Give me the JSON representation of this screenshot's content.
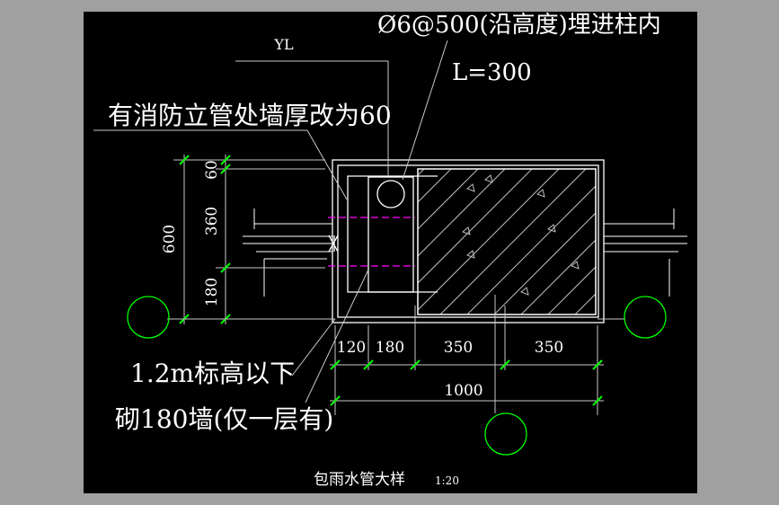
{
  "labels": {
    "yl": "YL",
    "rebar_spec": "Ø6@500(沿高度)埋进柱内",
    "rebar_length": "L=300",
    "wall_note": "有消防立管处墙厚改为60",
    "below_elev": "1.2m标高以下",
    "brick_wall": "砌180墙(仅一层有)",
    "title": "包雨水管大样",
    "scale": "1:20"
  },
  "dimensions": {
    "vertical_total": "600",
    "vertical_segments": [
      "60",
      "360",
      "180"
    ],
    "horizontal_segments": [
      "120",
      "180",
      "350",
      "350"
    ],
    "horizontal_total": "1000"
  },
  "colors": {
    "background_outer": "#a0a0a0",
    "canvas": "#000000",
    "line": "#ffffff",
    "extension": "#c8c8c8",
    "hatch": "#bfbfbf",
    "axis_circle": "#00ff00",
    "tick": "#00ff00",
    "dashed": "#ff00ff"
  }
}
